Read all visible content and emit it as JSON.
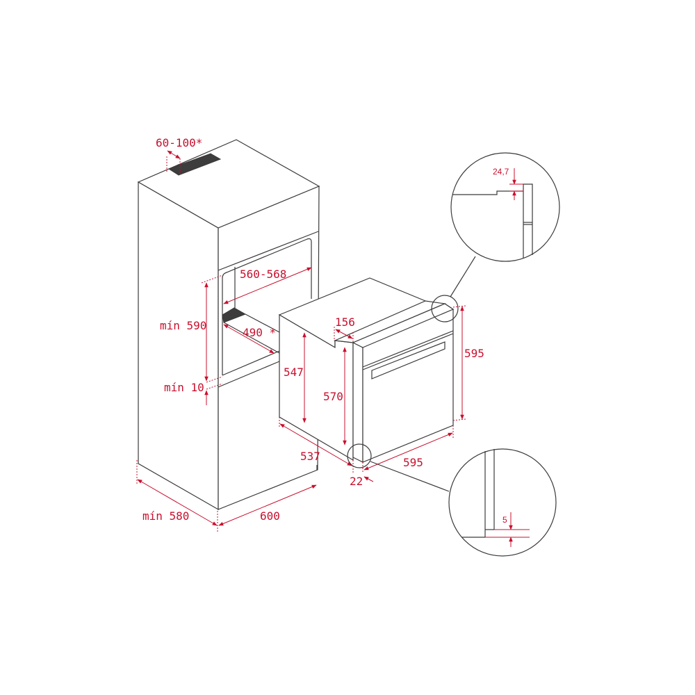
{
  "colors": {
    "line": "#3a3a3a",
    "dimension": "#c8102e",
    "shelf": "#3d3d3d"
  },
  "dimensions": {
    "vent_gap": "60-100*",
    "niche_width": "560-568",
    "niche_height": "mín 590",
    "bottom_gap": "mín 10",
    "shelf_depth": "490 *",
    "oven_body_height": "547",
    "oven_step": "156",
    "oven_height_front": "570",
    "oven_height_total": "595",
    "oven_depth": "537",
    "oven_width": "595",
    "door_thickness": "22",
    "cabinet_depth": "mín 580",
    "cabinet_width": "600"
  },
  "details": {
    "top_gap": "24,7",
    "bottom_gap": "5"
  }
}
